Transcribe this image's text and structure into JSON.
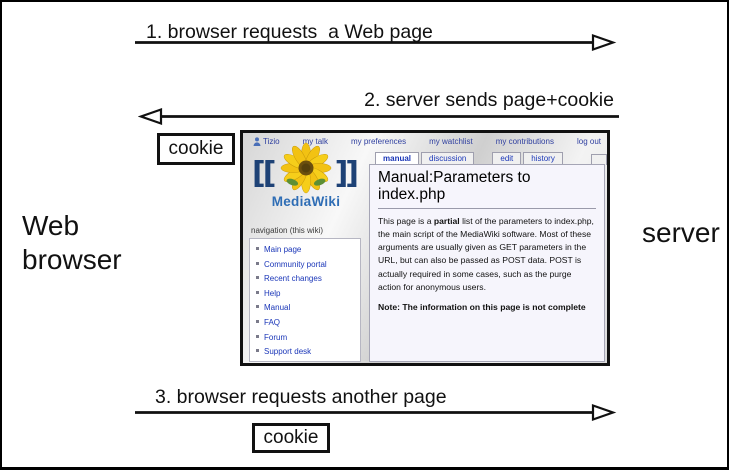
{
  "diagram": {
    "left_actor": "Web browser",
    "right_actor": "server",
    "flows": {
      "step1": "1. browser requests  a Web page",
      "step2": "2. server sends page+cookie",
      "step3": "3. browser requests another page",
      "cookie_top": "cookie",
      "cookie_bottom": "cookie"
    }
  },
  "wiki": {
    "personal_bar": {
      "user": "Tizio",
      "links": [
        "my talk",
        "my preferences",
        "my watchlist",
        "my contributions",
        "log out"
      ]
    },
    "logo": {
      "bracket_left": "[[",
      "bracket_right": "]]",
      "wordmark": "MediaWiki"
    },
    "sidebar": {
      "header": "navigation (this wiki)",
      "items": [
        "Main page",
        "Community portal",
        "Recent changes",
        "Help",
        "Manual",
        "FAQ",
        "Forum",
        "Support desk"
      ]
    },
    "tabs": [
      "manual",
      "discussion",
      "edit",
      "history"
    ],
    "article": {
      "title": "Manual:Parameters to index.php",
      "para_1": "This page is a ",
      "para_bold": "partial",
      "para_2": " list of the parameters to index.php, the main script of the MediaWiki software. Most of these arguments are usually given as GET parameters in the URL, but can also be passed as POST data. POST is actually required in some cases, such as the purge action for anonymous users.",
      "note": "Note: The information on this page is not complete"
    }
  },
  "colors": {
    "frame_border": "#000000",
    "arrow_stroke": "#111111",
    "wiki_link_blue": "#1a36b8",
    "content_bg": "#f6f5fc",
    "logo_blue": "#1e4276",
    "wordmark_blue": "#2e6db5",
    "sunflower_yellow": "#f2c213",
    "sunflower_center": "#6b4f0e"
  }
}
